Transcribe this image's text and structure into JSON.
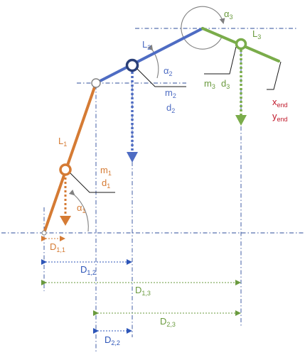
{
  "colors": {
    "link1": "#d57b34",
    "link2": "#4e6cc3",
    "link3": "#7aac4a",
    "joint2_ring": "#2a3f78",
    "guide_gray": "#808080",
    "guide_line": "#2e4d9b",
    "dist1": "#d57b34",
    "dist_blue": "#2d55b8",
    "dist_green": "#6a9a3e",
    "end_label": "#c0182a",
    "text_dark": "#222222"
  },
  "labels": {
    "L1": {
      "main": "L",
      "sub": "1"
    },
    "L2": {
      "main": "L",
      "sub": "2"
    },
    "L3": {
      "main": "L",
      "sub": "3"
    },
    "alpha1": {
      "main": "α",
      "sub": "1"
    },
    "alpha2": {
      "main": "α",
      "sub": "2"
    },
    "alpha3": {
      "main": "α",
      "sub": "3"
    },
    "m1": {
      "main": "m",
      "sub": "1"
    },
    "d1": {
      "main": "d",
      "sub": "1"
    },
    "m2": {
      "main": "m",
      "sub": "2"
    },
    "d2": {
      "main": "d",
      "sub": "2"
    },
    "m3": {
      "main": "m",
      "sub": "3"
    },
    "d3": {
      "main": "d",
      "sub": "3"
    },
    "x_end": {
      "main": "x",
      "sub": "end"
    },
    "y_end": {
      "main": "y",
      "sub": "end"
    },
    "D11": {
      "main": "D",
      "sub": "1,1"
    },
    "D12": {
      "main": "D",
      "sub": "1,2"
    },
    "D13": {
      "main": "D",
      "sub": "1,3"
    },
    "D23": {
      "main": "D",
      "sub": "2,3"
    },
    "D22": {
      "main": "D",
      "sub": "2,2"
    }
  }
}
